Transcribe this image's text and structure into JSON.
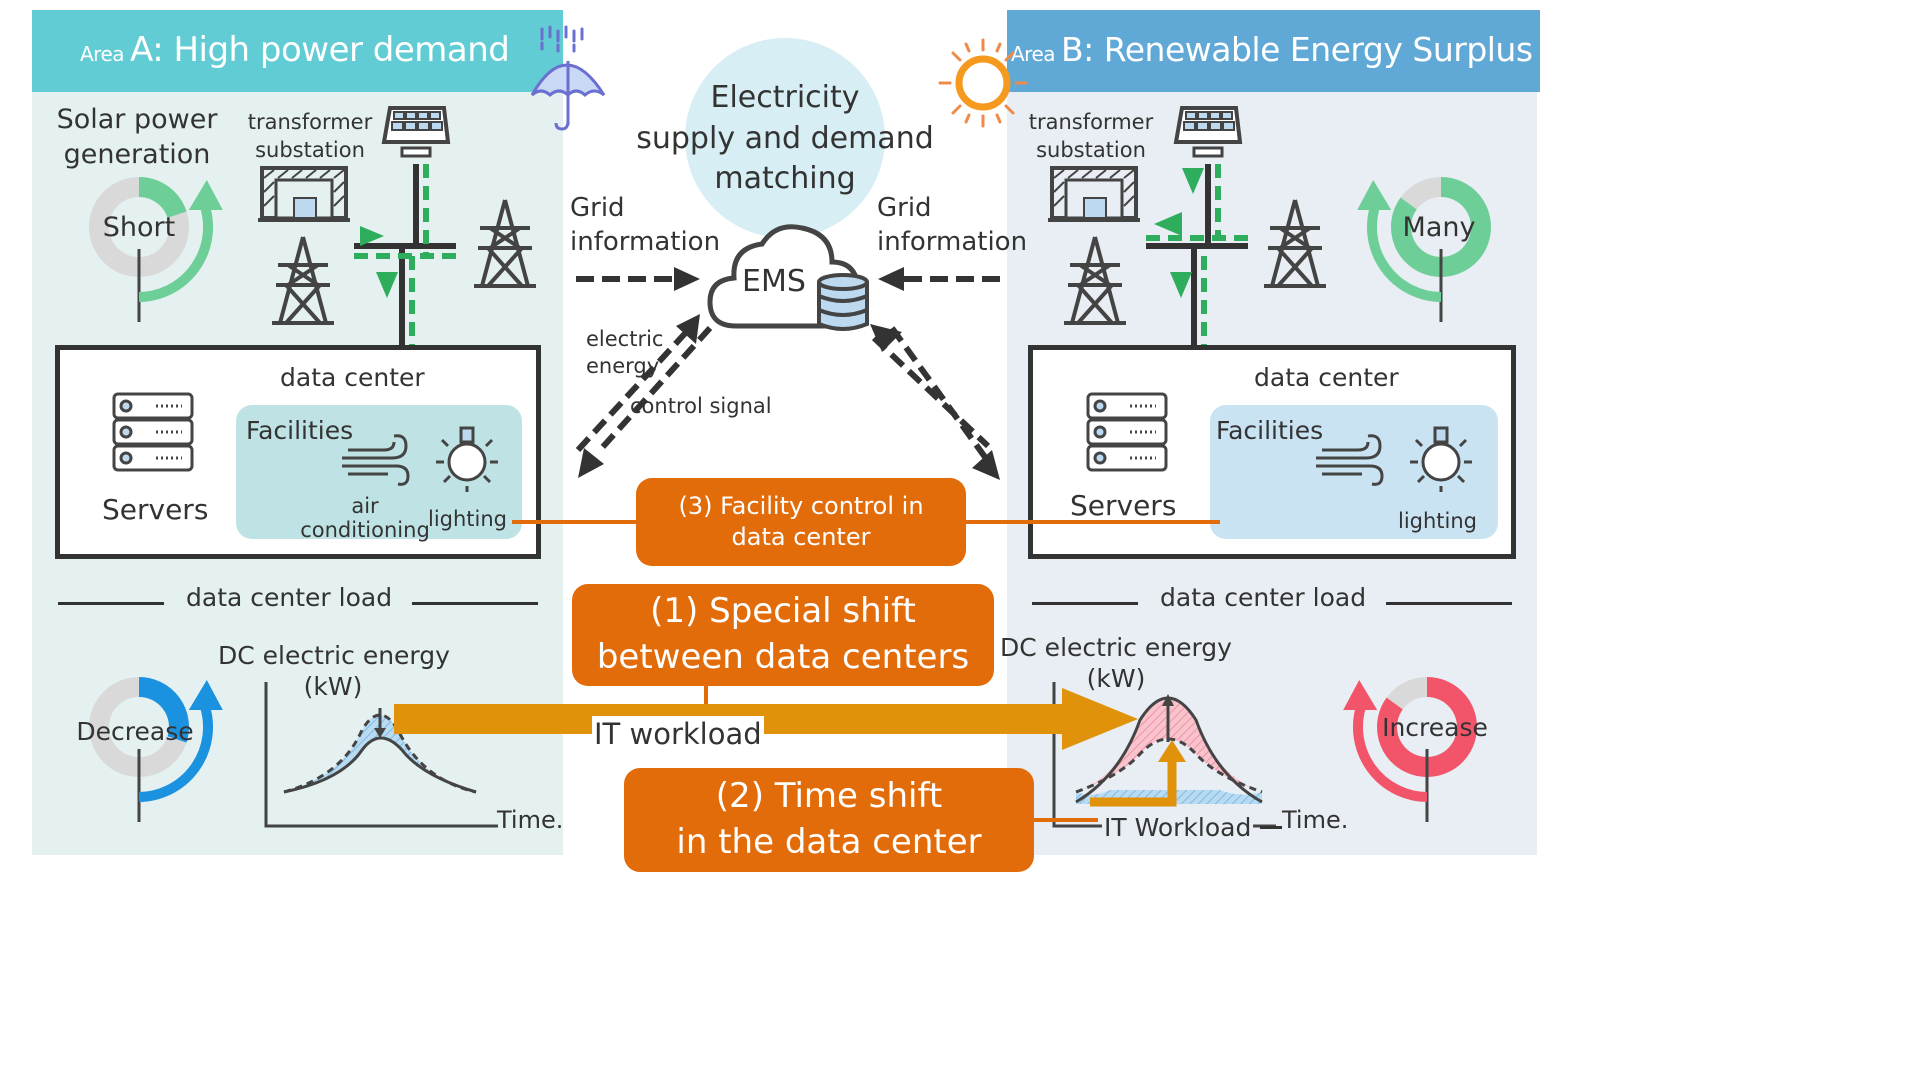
{
  "area_a": {
    "prefix": "Area",
    "title": "A: High power demand",
    "weather_icon": "umbrella-rain-icon",
    "solar_label_line1": "Solar power",
    "solar_label_line2": "generation",
    "solar_status": "Short",
    "solar_gauge_fraction": 0.2,
    "substation_line1": "transformer",
    "substation_line2": "substation",
    "data_center_label": "data center",
    "servers_label": "Servers",
    "facilities_label": "Facilities",
    "air_conditioning_line1": "air",
    "air_conditioning_line2": "conditioning",
    "lighting_label": "lighting",
    "load_heading": "data center load",
    "load_status": "Decrease",
    "load_gauge_fraction": 0.3,
    "chart_ylabel_line1": "DC electric energy",
    "chart_ylabel_line2": "(kW)",
    "chart_xlabel": "Time."
  },
  "area_b": {
    "prefix": "Area",
    "title": "B: Renewable Energy Surplus",
    "weather_icon": "sun-icon",
    "solar_status": "Many",
    "solar_gauge_fraction": 0.85,
    "substation_line1": "transformer",
    "substation_line2": "substation",
    "data_center_label": "data center",
    "servers_label": "Servers",
    "facilities_label": "Facilities",
    "lighting_label": "lighting",
    "load_heading": "data center load",
    "load_status": "Increase",
    "load_gauge_fraction": 0.85,
    "chart_ylabel_line1": "DC electric energy",
    "chart_ylabel_line2": "(kW)",
    "chart_xlabel": "Time.",
    "it_workload_label": "IT Workload"
  },
  "center": {
    "matching_line1": "Electricity",
    "matching_line2": "supply and demand",
    "matching_line3": "matching",
    "ems_label": "EMS",
    "grid_info_left_line1": "Grid",
    "grid_info_left_line2": "information",
    "grid_info_right_line1": "Grid",
    "grid_info_right_line2": "information",
    "electric_energy_line1": "electric",
    "electric_energy_line2": "energy",
    "control_signal": "control signal",
    "it_workload": "IT workload"
  },
  "strategies": {
    "facility_control_line1": "(3) Facility control in",
    "facility_control_line2": "data center",
    "spatial_shift_line1": "(1) Special shift",
    "spatial_shift_line2": "between data centers",
    "time_shift_line1": "(2) Time shift",
    "time_shift_line2": "in the data center"
  },
  "colors": {
    "area_a_header": "#62ccd4",
    "area_b_header": "#60a9d6",
    "strategy_orange": "#e36c0a",
    "workload_arrow": "#e0920a",
    "solar_green": "#6dcf97",
    "decrease_blue": "#1a92e0",
    "increase_red": "#f2546a",
    "power_green": "#2eae5c"
  }
}
